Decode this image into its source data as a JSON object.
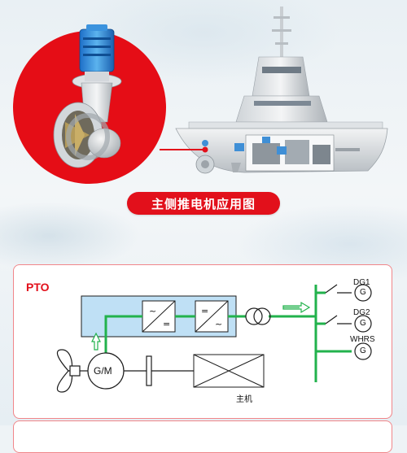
{
  "caption": "主侧推电机应用图",
  "diagram": {
    "title": "PTO",
    "labels": {
      "gm": "G/M",
      "main_engine": "主机",
      "dg1": "DG1",
      "dg2": "DG2",
      "whrs": "WHRS",
      "gen_symbol": "G"
    }
  },
  "colors": {
    "accent_red": "#e2101b",
    "bus_green": "#22b24c",
    "converter_blue": "#bfe0f5"
  }
}
